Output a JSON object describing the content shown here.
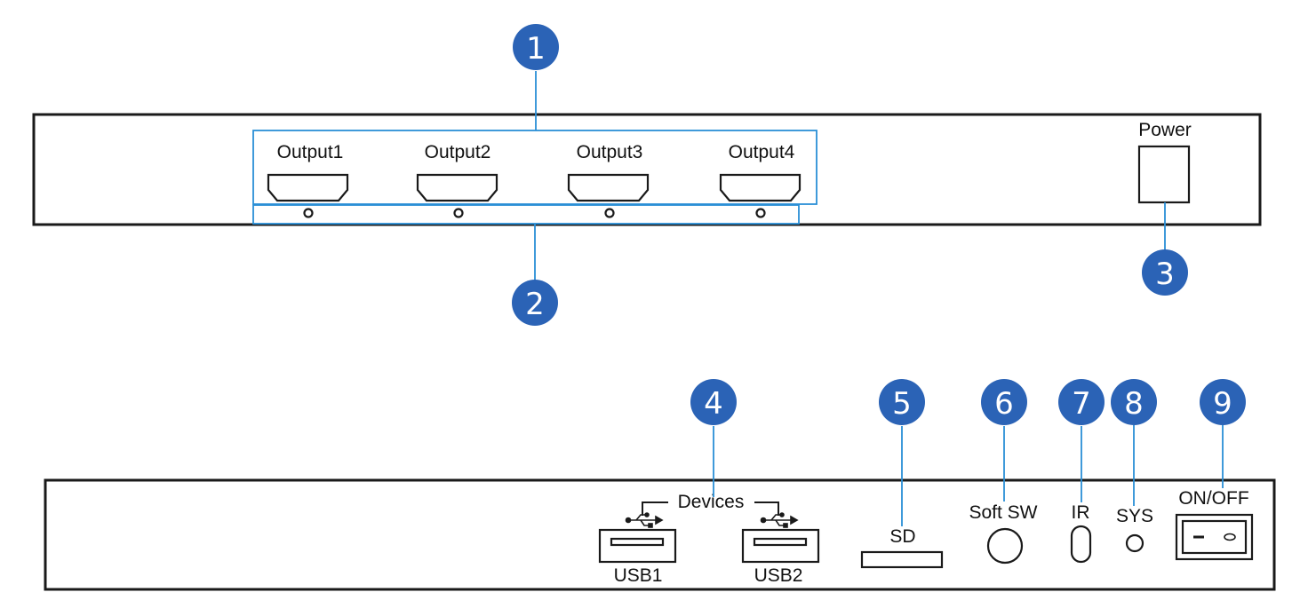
{
  "front_panel": {
    "outputs": [
      {
        "label": "Output1"
      },
      {
        "label": "Output2"
      },
      {
        "label": "Output3"
      },
      {
        "label": "Output4"
      }
    ],
    "power_label": "Power"
  },
  "rear_panel": {
    "devices_label": "Devices",
    "usb1_label": "USB1",
    "usb2_label": "USB2",
    "sd_label": "SD",
    "soft_sw_label": "Soft SW",
    "ir_label": "IR",
    "sys_label": "SYS",
    "onoff_label": "ON/OFF"
  },
  "callouts": [
    "1",
    "2",
    "3",
    "4",
    "5",
    "6",
    "7",
    "8",
    "9"
  ],
  "colors": {
    "badge": "#2b63b6",
    "callout_line": "#2a8fd6",
    "outline": "#1a1a1a"
  }
}
